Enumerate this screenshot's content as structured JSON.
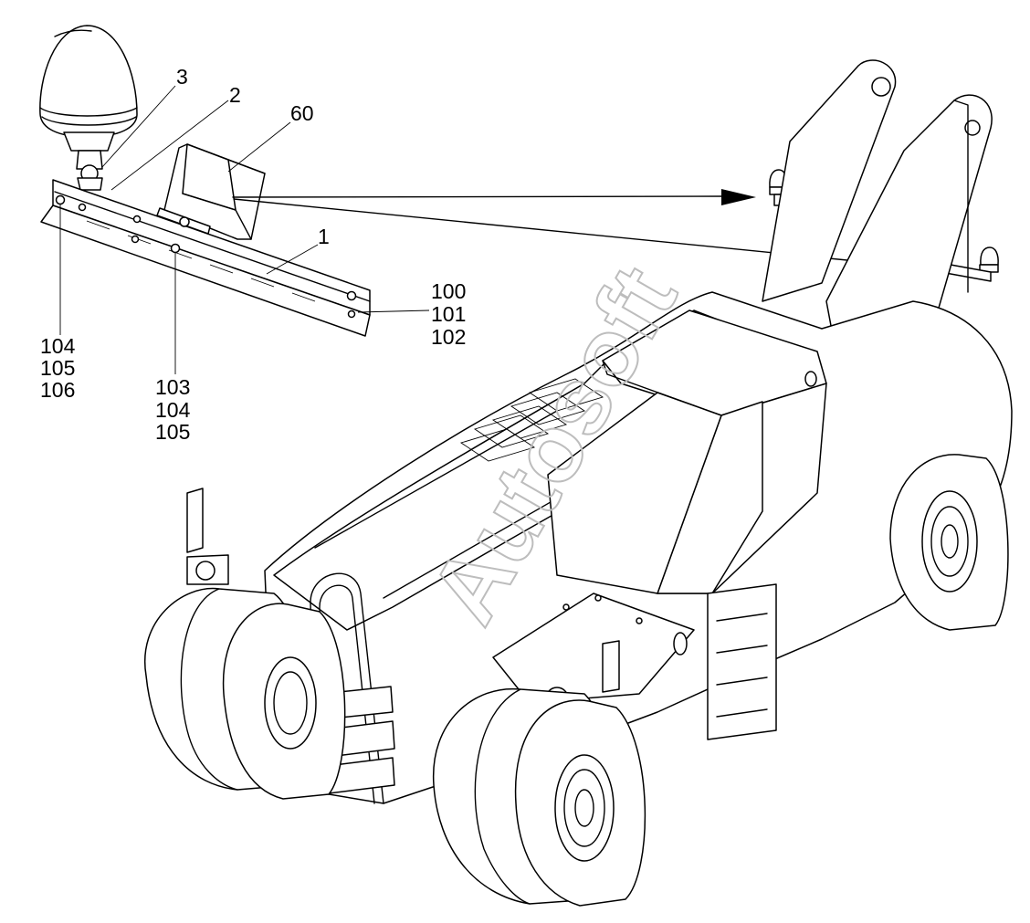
{
  "watermark": "Autosoft",
  "callouts": [
    {
      "id": "c3",
      "text": "3"
    },
    {
      "id": "c2",
      "text": "2"
    },
    {
      "id": "c60",
      "text": "60"
    },
    {
      "id": "c1",
      "text": "1"
    },
    {
      "id": "c100",
      "text": "100"
    },
    {
      "id": "c101",
      "text": "101"
    },
    {
      "id": "c102",
      "text": "102"
    },
    {
      "id": "c104a",
      "text": "104"
    },
    {
      "id": "c105a",
      "text": "105"
    },
    {
      "id": "c106",
      "text": "106"
    },
    {
      "id": "c103",
      "text": "103"
    },
    {
      "id": "c104b",
      "text": "104"
    },
    {
      "id": "c105b",
      "text": "105"
    }
  ],
  "colors": {
    "line": "#000000",
    "background": "#ffffff",
    "watermark": "#c8c8c8"
  }
}
